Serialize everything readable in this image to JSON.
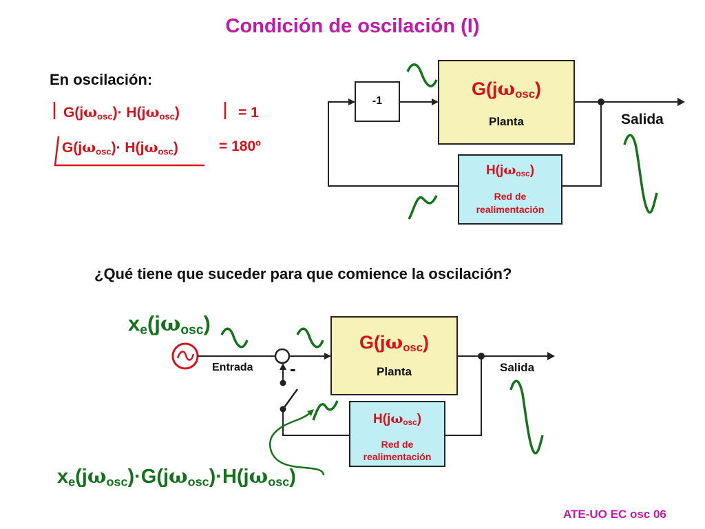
{
  "title": "Condición de oscilación (I)",
  "condition": {
    "heading": "En oscilación:",
    "mag_lhs": {
      "g": "G(j",
      "omega": "ω",
      "sub": "osc",
      "mid": ")· H(j",
      "end": ")"
    },
    "mag_rhs": "= 1",
    "phase_lhs": {
      "g": "G(j",
      "omega": "ω",
      "sub": "osc",
      "mid": ")· H(j",
      "end": ")"
    },
    "phase_rhs": "= 180º"
  },
  "diagram1": {
    "inverter_label": "-1",
    "plant": {
      "g": "G(j",
      "omega": "ω",
      "sub": "osc",
      "end": ")",
      "label": "Planta"
    },
    "feedback": {
      "h": "H(j",
      "omega": "ω",
      "sub": "osc",
      "end": ")",
      "label_line1": "Red de",
      "label_line2": "realimentación"
    },
    "output_label": "Salida"
  },
  "question": "¿Qué tiene que suceder para que comience la oscilación?",
  "diagram2": {
    "input_signal": {
      "x": "x",
      "xsub": "e",
      "open": "(j",
      "omega": "ω",
      "sub": "osc",
      "end": ")"
    },
    "input_label": "Entrada",
    "minus_sign": "-",
    "plant": {
      "g": "G(j",
      "omega": "ω",
      "sub": "osc",
      "end": ")",
      "label": "Planta"
    },
    "output_label": "Salida",
    "feedback": {
      "h": "H(j",
      "omega": "ω",
      "sub": "osc",
      "end": ")",
      "label_line1": "Red de",
      "label_line2": "realimentación"
    },
    "loop_signal": {
      "x": "x",
      "xsub": "e",
      "p1": "(j",
      "omega": "ω",
      "sub": "osc",
      "p2": ")·G(j",
      "p3": ")·H(j",
      "end": ")"
    }
  },
  "footer": "ATE-UO EC osc 06",
  "colors": {
    "title": "#c01aa8",
    "equations": "#d3121b",
    "signals": "#14721b",
    "plant_fill": "#f7f3b8",
    "feedback_fill": "#bfeef5",
    "source": "#d3121b"
  }
}
